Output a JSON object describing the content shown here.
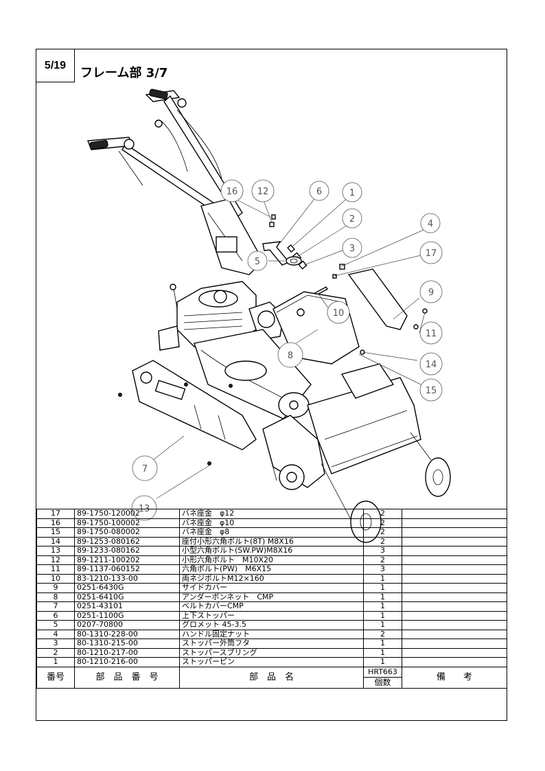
{
  "page": {
    "number": "5/19",
    "title": "フレーム部 3/7"
  },
  "callouts": [
    "1",
    "2",
    "3",
    "4",
    "5",
    "6",
    "7",
    "8",
    "9",
    "10",
    "11",
    "12",
    "13",
    "14",
    "15",
    "16",
    "17"
  ],
  "table": {
    "rows": [
      {
        "no": "17",
        "part_no": "89-1750-120002",
        "name": "バネ座金　φ12",
        "qty": "2",
        "note": ""
      },
      {
        "no": "16",
        "part_no": "89-1750-100002",
        "name": "バネ座金　φ10",
        "qty": "2",
        "note": ""
      },
      {
        "no": "15",
        "part_no": "89-1750-080002",
        "name": "バネ座金　φ8",
        "qty": "2",
        "note": ""
      },
      {
        "no": "14",
        "part_no": "89-1253-080162",
        "name": "座付小形六角ボルト(8T) M8X16",
        "qty": "2",
        "note": ""
      },
      {
        "no": "13",
        "part_no": "89-1233-080162",
        "name": "小型六角ボルト(SW.PW)M8X16",
        "qty": "3",
        "note": ""
      },
      {
        "no": "12",
        "part_no": "89-1211-100202",
        "name": "小形六角ボルト　M10X20",
        "qty": "2",
        "note": ""
      },
      {
        "no": "11",
        "part_no": "89-1137-060152",
        "name": "六角ボルト(PW)　M6X15",
        "qty": "3",
        "note": ""
      },
      {
        "no": "10",
        "part_no": "83-1210-133-00",
        "name": "両ネジボルトM12×160",
        "qty": "1",
        "note": ""
      },
      {
        "no": "9",
        "part_no": "0251-6430G",
        "name": "サイドカバー",
        "qty": "1",
        "note": ""
      },
      {
        "no": "8",
        "part_no": "0251-6410G",
        "name": "アンダーボンネット　CMP",
        "qty": "1",
        "note": ""
      },
      {
        "no": "7",
        "part_no": "0251-43101",
        "name": "ベルトカバーCMP",
        "qty": "1",
        "note": ""
      },
      {
        "no": "6",
        "part_no": "0251-1100G",
        "name": "上下ストッパー",
        "qty": "1",
        "note": ""
      },
      {
        "no": "5",
        "part_no": "0207-70800",
        "name": "グロメット 45-3.5",
        "qty": "1",
        "note": ""
      },
      {
        "no": "4",
        "part_no": "80-1310-228-00",
        "name": "ハンドル固定ナット",
        "qty": "2",
        "note": ""
      },
      {
        "no": "3",
        "part_no": "80-1310-215-00",
        "name": "ストッパー外筒フタ",
        "qty": "1",
        "note": ""
      },
      {
        "no": "2",
        "part_no": "80-1210-217-00",
        "name": "ストッパースプリング",
        "qty": "1",
        "note": ""
      },
      {
        "no": "1",
        "part_no": "80-1210-216-00",
        "name": "ストッパーピン",
        "qty": "1",
        "note": ""
      }
    ],
    "header": {
      "no": "番号",
      "part_no": "部　品　番　号",
      "name": "部　品　名",
      "model": "HRT663",
      "qty": "個数",
      "note": "備　　考"
    }
  }
}
